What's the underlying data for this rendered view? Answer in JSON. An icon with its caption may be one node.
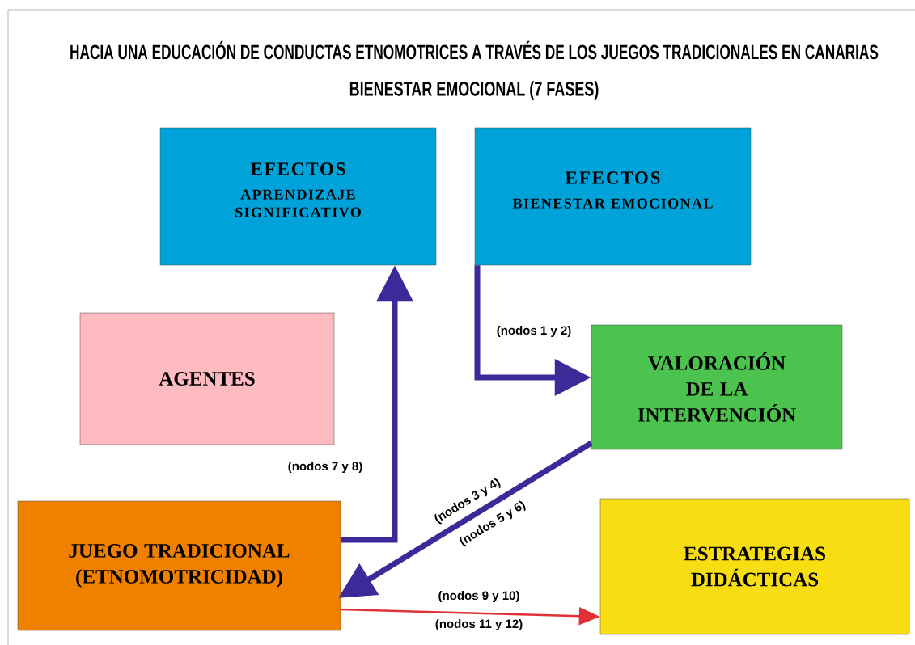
{
  "diagram": {
    "title": "HACIA UNA EDUCACIÓN DE CONDUCTAS ETNOMOTRICES A TRAVÉS DE LOS JUEGOS TRADICIONALES EN CANARIAS",
    "nodes": [
      {
        "text": [
          "EFECTOS",
          "APRENDIZAJE SIGNIFICATIVO"
        ]
      },
      {
        "text": [
          "EFECTOS",
          "BIENESTAR EMOCIONAL"
        ]
      },
      {
        "text": [
          "AGENTES"
        ]
      },
      {
        "text": [
          "VALORACIÓN DE LA INTERVENCIÓN"
        ]
      },
      {
        "text": [
          "JUEGO TRADICIONAL (ETNOMOTRICIDAD)"
        ]
      },
      {
        "text": [
          "ESTRATEGIAS DIDÁCTICAS"
        ]
      }
    ],
    "edges": [
      {
        "from": 4,
        "to": 0,
        "arrow": "to",
        "label": "(nodos 7 y 8)"
      },
      {
        "from": 1,
        "to": 3,
        "arrow": "to",
        "label": "(nodos 1 y 2)"
      },
      {
        "from": 3,
        "to": 4,
        "arrow": "to",
        "label": "(nodos 3 y 4)"
      },
      {
        "from": 4,
        "to": 5,
        "arrow": "to",
        "label": "(nodos 9 y 10)",
        "color": "#e03236"
      }
    ],
    "labels": [
      "BIENESTAR EMOCIONAL (7 FASES)",
      "(nodos 5 y 6)",
      "(nodos 11 y 12)"
    ]
  }
}
